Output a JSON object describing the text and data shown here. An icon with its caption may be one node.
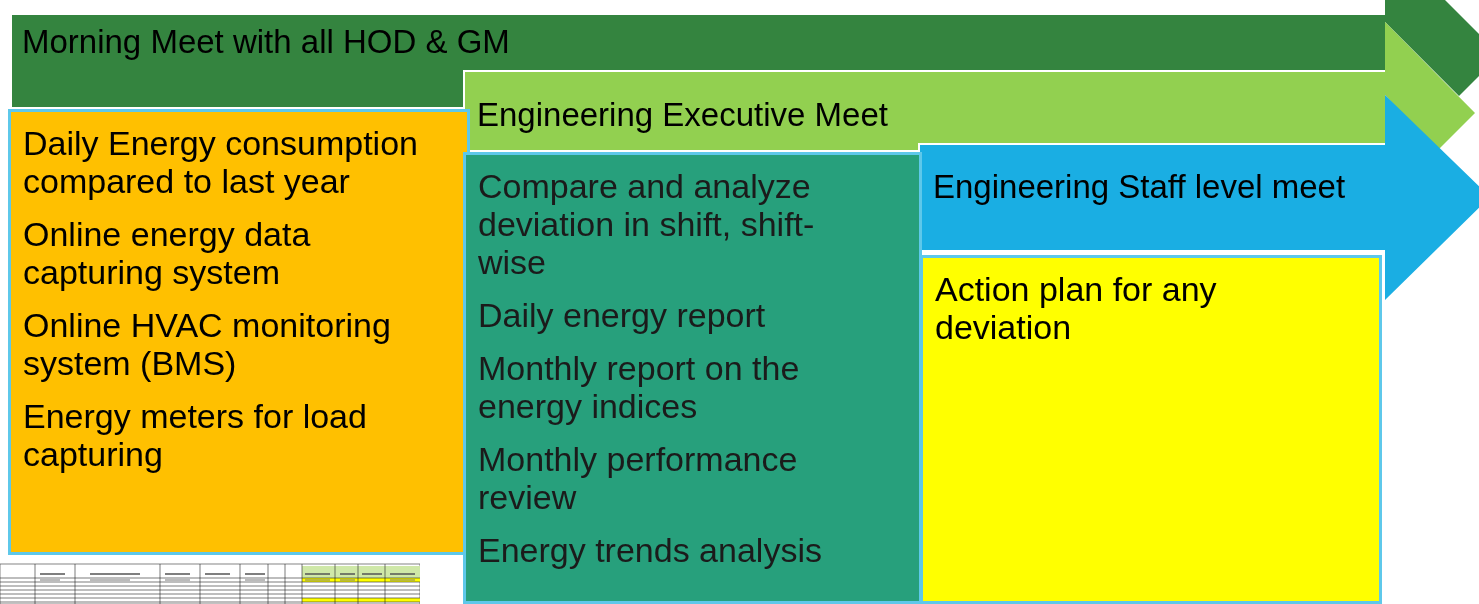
{
  "diagram": {
    "nodes": [
      {
        "text": [
          "Morning Meet with all HOD & GM"
        ]
      },
      {
        "text": [
          "Engineering Executive Meet"
        ]
      },
      {
        "text": [
          "Engineering Staff level meet"
        ]
      },
      {
        "text": [
          "Daily Energy consumption compared to last year",
          "Online energy data capturing system",
          "Online HVAC monitoring system (BMS)",
          "Energy meters for load capturing"
        ]
      },
      {
        "text": [
          "Compare and analyze deviation in shift, shift-wise",
          "Daily energy report",
          "Monthly report on the energy indices",
          "Monthly performance review",
          "Energy trends analysis"
        ]
      },
      {
        "text": [
          "Action plan for any deviation"
        ]
      }
    ]
  }
}
